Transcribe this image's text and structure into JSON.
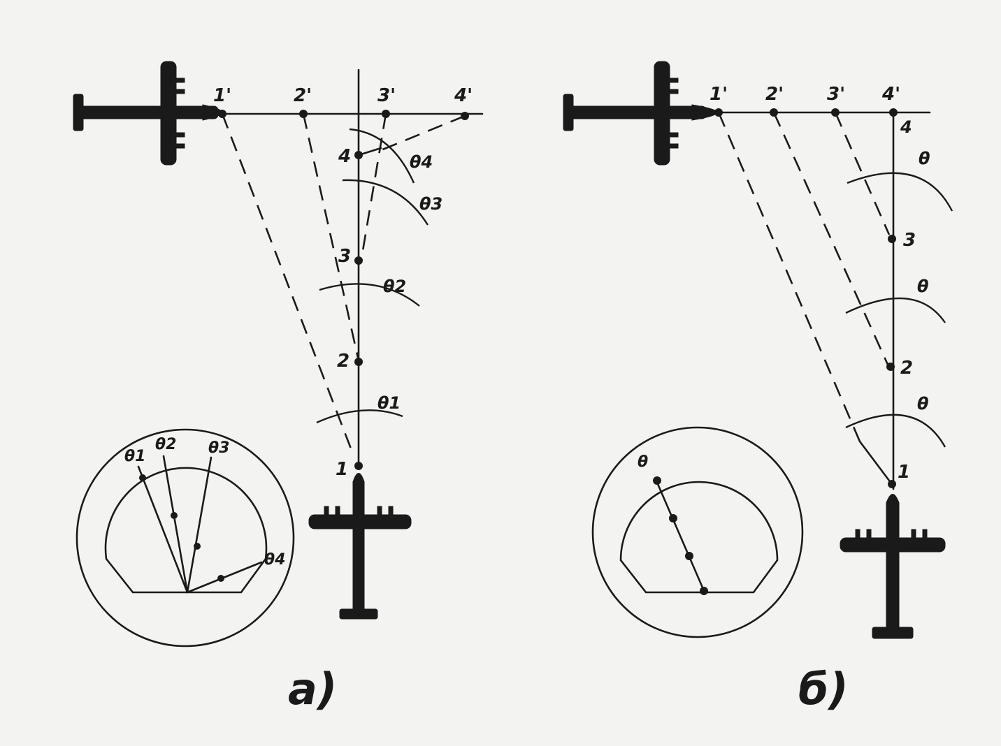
{
  "panel_a": {
    "caption": "а)",
    "track_marks": [
      "1'",
      "2'",
      "3'",
      "4'"
    ],
    "points": [
      "1",
      "2",
      "3",
      "4"
    ],
    "angles": [
      "θ1",
      "θ2",
      "θ3",
      "θ4"
    ],
    "scope_labels": [
      "θ1",
      "θ2",
      "θ3",
      "θ4"
    ]
  },
  "panel_b": {
    "caption": "б)",
    "track_marks": [
      "1'",
      "2'",
      "3'",
      "4'"
    ],
    "points": [
      "1",
      "2",
      "3",
      "4"
    ],
    "angles": [
      "θ",
      "θ",
      "θ"
    ],
    "scope_label": "θ"
  }
}
